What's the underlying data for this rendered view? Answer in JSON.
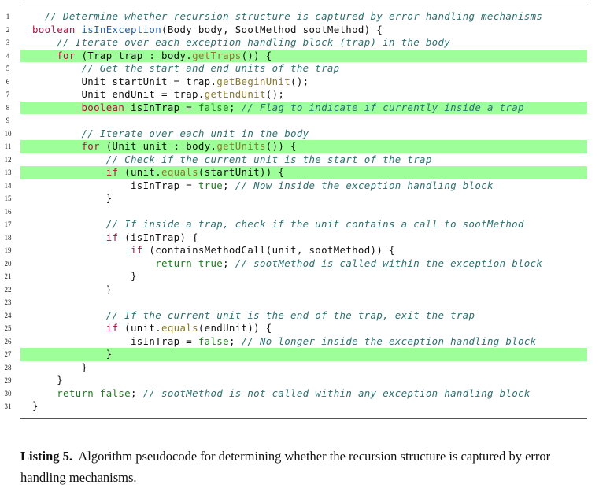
{
  "listing": {
    "highlight_color": "#9eff9a",
    "lines": [
      {
        "n": "1",
        "hl": false,
        "tokens": [
          [
            "  ",
            ""
          ],
          [
            "// Determine whether recursion structure is captured by error handling mechanisms",
            "cm"
          ]
        ]
      },
      {
        "n": "2",
        "hl": false,
        "tokens": [
          [
            "boolean",
            "kw"
          ],
          [
            " ",
            ""
          ],
          [
            "isInException",
            "fn"
          ],
          [
            "(Body body, SootMethod sootMethod) {",
            ""
          ]
        ]
      },
      {
        "n": "3",
        "hl": false,
        "tokens": [
          [
            "    ",
            ""
          ],
          [
            "// Iterate over each exception handling block (trap) in the body",
            "cm"
          ]
        ]
      },
      {
        "n": "4",
        "hl": true,
        "tokens": [
          [
            "    ",
            ""
          ],
          [
            "for",
            "kw"
          ],
          [
            " (Trap trap : body.",
            ""
          ],
          [
            "getTraps",
            "call"
          ],
          [
            "()) {",
            ""
          ]
        ]
      },
      {
        "n": "5",
        "hl": false,
        "tokens": [
          [
            "        ",
            ""
          ],
          [
            "// Get the start and end units of the trap",
            "cm"
          ]
        ]
      },
      {
        "n": "6",
        "hl": false,
        "tokens": [
          [
            "        Unit startUnit = trap.",
            ""
          ],
          [
            "getBeginUnit",
            "call"
          ],
          [
            "();",
            ""
          ]
        ]
      },
      {
        "n": "7",
        "hl": false,
        "tokens": [
          [
            "        Unit endUnit = trap.",
            ""
          ],
          [
            "getEndUnit",
            "call"
          ],
          [
            "();",
            ""
          ]
        ]
      },
      {
        "n": "8",
        "hl": true,
        "tokens": [
          [
            "        ",
            ""
          ],
          [
            "boolean",
            "kw"
          ],
          [
            " isInTrap = ",
            ""
          ],
          [
            "false",
            "kw2"
          ],
          [
            "; ",
            ""
          ],
          [
            "// Flag to indicate if currently inside a trap",
            "cm"
          ]
        ]
      },
      {
        "n": "9",
        "hl": false,
        "tokens": []
      },
      {
        "n": "10",
        "hl": false,
        "tokens": [
          [
            "        ",
            ""
          ],
          [
            "// Iterate over each unit in the body",
            "cm"
          ]
        ]
      },
      {
        "n": "11",
        "hl": true,
        "tokens": [
          [
            "        ",
            ""
          ],
          [
            "for",
            "kw"
          ],
          [
            " (Unit unit : body.",
            ""
          ],
          [
            "getUnits",
            "call"
          ],
          [
            "()) {",
            ""
          ]
        ]
      },
      {
        "n": "12",
        "hl": false,
        "tokens": [
          [
            "            ",
            ""
          ],
          [
            "// Check if the current unit is the start of the trap",
            "cm"
          ]
        ]
      },
      {
        "n": "13",
        "hl": true,
        "tokens": [
          [
            "            ",
            ""
          ],
          [
            "if",
            "kw"
          ],
          [
            " (unit.",
            ""
          ],
          [
            "equals",
            "call"
          ],
          [
            "(startUnit)) {",
            ""
          ]
        ]
      },
      {
        "n": "14",
        "hl": false,
        "tokens": [
          [
            "                isInTrap = ",
            ""
          ],
          [
            "true",
            "kw2"
          ],
          [
            "; ",
            ""
          ],
          [
            "// Now inside the exception handling block",
            "cm"
          ]
        ]
      },
      {
        "n": "15",
        "hl": false,
        "tokens": [
          [
            "            }",
            ""
          ]
        ]
      },
      {
        "n": "16",
        "hl": false,
        "tokens": []
      },
      {
        "n": "17",
        "hl": false,
        "tokens": [
          [
            "            ",
            ""
          ],
          [
            "// If inside a trap, check if the unit contains a call to sootMethod",
            "cm"
          ]
        ]
      },
      {
        "n": "18",
        "hl": false,
        "tokens": [
          [
            "            ",
            ""
          ],
          [
            "if",
            "kw"
          ],
          [
            " (isInTrap) {",
            ""
          ]
        ]
      },
      {
        "n": "19",
        "hl": false,
        "tokens": [
          [
            "                ",
            ""
          ],
          [
            "if",
            "kw"
          ],
          [
            " (containsMethodCall(unit, sootMethod)) {",
            ""
          ]
        ]
      },
      {
        "n": "20",
        "hl": false,
        "tokens": [
          [
            "                    ",
            ""
          ],
          [
            "return",
            "kw2"
          ],
          [
            " ",
            ""
          ],
          [
            "true",
            "kw2"
          ],
          [
            "; ",
            ""
          ],
          [
            "// sootMethod is called within the exception block",
            "cm"
          ]
        ]
      },
      {
        "n": "21",
        "hl": false,
        "tokens": [
          [
            "                }",
            ""
          ]
        ]
      },
      {
        "n": "22",
        "hl": false,
        "tokens": [
          [
            "            }",
            ""
          ]
        ]
      },
      {
        "n": "23",
        "hl": false,
        "tokens": []
      },
      {
        "n": "24",
        "hl": false,
        "tokens": [
          [
            "            ",
            ""
          ],
          [
            "// If the current unit is the end of the trap, exit the trap",
            "cm"
          ]
        ]
      },
      {
        "n": "25",
        "hl": false,
        "tokens": [
          [
            "            ",
            ""
          ],
          [
            "if",
            "kw"
          ],
          [
            " (unit.",
            ""
          ],
          [
            "equals",
            "call"
          ],
          [
            "(endUnit)) {",
            ""
          ]
        ]
      },
      {
        "n": "26",
        "hl": false,
        "tokens": [
          [
            "                isInTrap = ",
            ""
          ],
          [
            "false",
            "kw2"
          ],
          [
            "; ",
            ""
          ],
          [
            "// No longer inside the exception handling block",
            "cm"
          ]
        ]
      },
      {
        "n": "27",
        "hl": true,
        "tokens": [
          [
            "            }",
            ""
          ]
        ]
      },
      {
        "n": "28",
        "hl": false,
        "tokens": [
          [
            "        }",
            ""
          ]
        ]
      },
      {
        "n": "29",
        "hl": false,
        "tokens": [
          [
            "    }",
            ""
          ]
        ]
      },
      {
        "n": "30",
        "hl": false,
        "tokens": [
          [
            "    ",
            ""
          ],
          [
            "return",
            "kw2"
          ],
          [
            " ",
            ""
          ],
          [
            "false",
            "kw2"
          ],
          [
            "; ",
            ""
          ],
          [
            "// sootMethod is not called within any exception handling block",
            "cm"
          ]
        ]
      },
      {
        "n": "31",
        "hl": false,
        "tokens": [
          [
            "}",
            ""
          ]
        ]
      }
    ]
  },
  "caption": {
    "label": "Listing 5.",
    "text": "Algorithm pseudocode for determining whether the recursion structure is captured by error handling mechanisms."
  }
}
